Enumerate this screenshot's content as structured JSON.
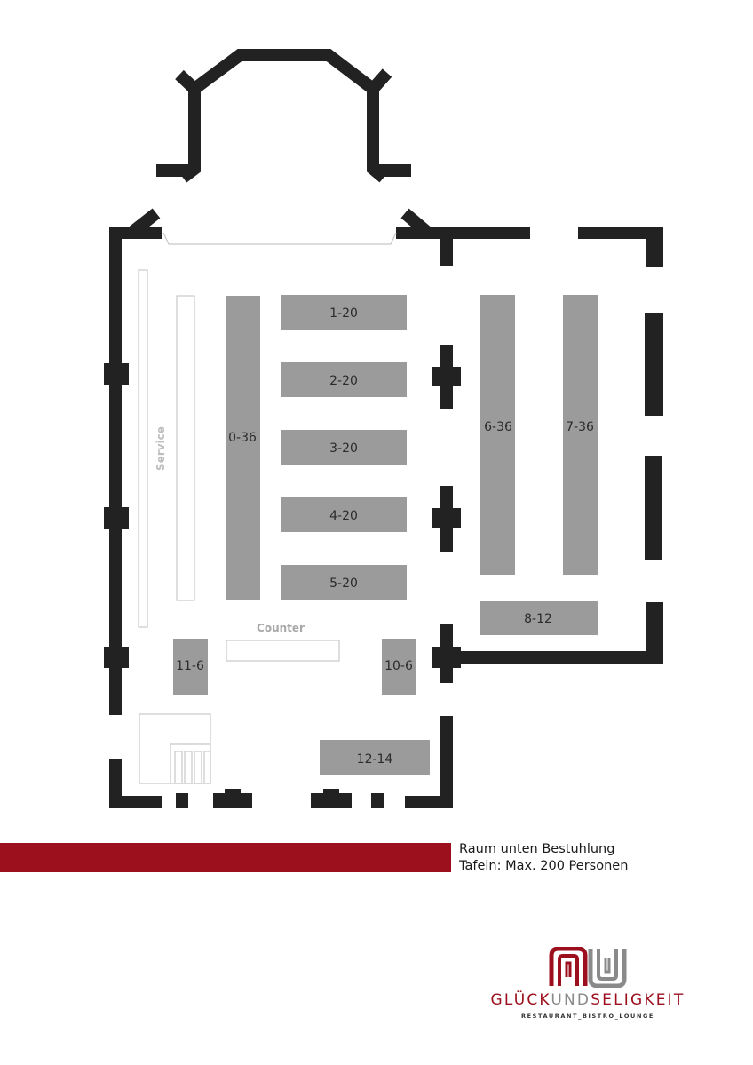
{
  "colors": {
    "wall": "#222222",
    "table": "#9b9b9b",
    "outline": "#c8c8c8",
    "band": "#9c0f1c",
    "brand_red": "#9c0f1c",
    "brand_grey": "#8a8a8a"
  },
  "floorplan": {
    "service_label": "Service",
    "counter_label": "Counter",
    "tables": {
      "t0": "0-36",
      "t1": "1-20",
      "t2": "2-20",
      "t3": "3-20",
      "t4": "4-20",
      "t5": "5-20",
      "t6": "6-36",
      "t7": "7-36",
      "t8": "8-12",
      "t10": "10-6",
      "t11": "11-6",
      "t12": "12-14"
    }
  },
  "footer": {
    "line1": "Raum unten Bestuhlung",
    "line2": "Tafeln: Max. 200 Personen"
  },
  "logo": {
    "brand_part1": "GLÜCK",
    "brand_part2": "UND",
    "brand_part3": "SELIGKEIT",
    "tagline": "RESTAURANT_BISTRO_LOUNGE"
  }
}
